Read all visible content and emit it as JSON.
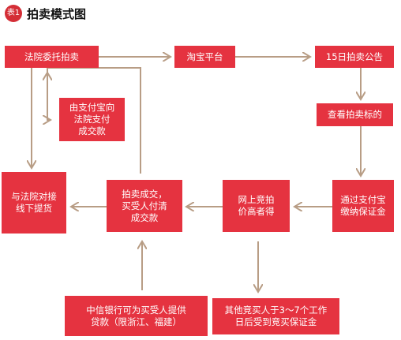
{
  "header": {
    "badge": "表1",
    "title": "拍卖模式图"
  },
  "colors": {
    "box": "#e53340",
    "arrow": "#b89d85",
    "badge": "#d42e36"
  },
  "nodes": {
    "court_entrust": "法院委托拍卖",
    "taobao": "淘宝平台",
    "announce": "15日拍卖公告",
    "view_item": "查看拍卖标的",
    "pay_deposit": "通过支付宝\n缴纳保证金",
    "highest_bid": "网上竞拍\n价高者得",
    "deal_pay": "拍卖成交，\n买受人付清\n成交款",
    "pickup": "与法院对接\n线下提货",
    "alipay_to_court": "由支付宝向\n法院支付\n成交款",
    "citic": "中信银行可为买受人提供\n贷款（限浙江、福建）",
    "others_refund": "其他竞买人于3～7个工作\n日后受到竞买保证金"
  }
}
